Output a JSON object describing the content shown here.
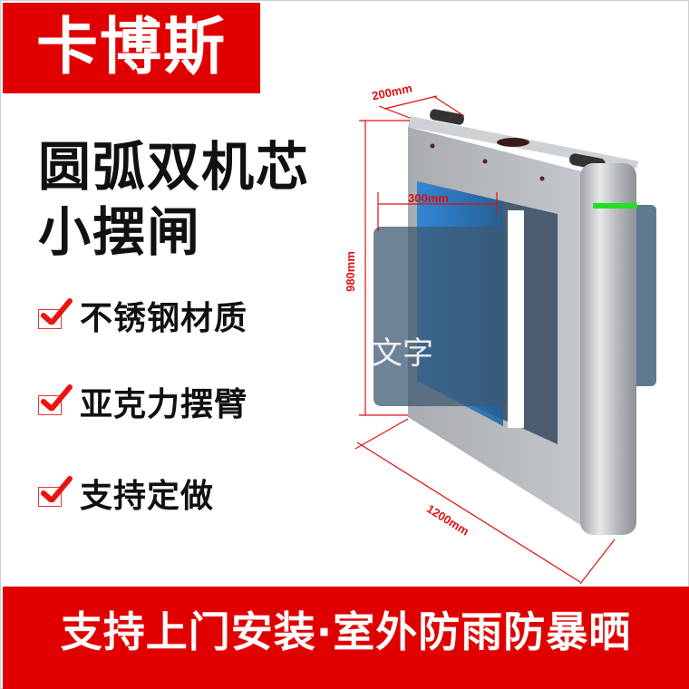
{
  "brand": "卡博斯",
  "headline": [
    "圆弧双机芯",
    "小摆闸"
  ],
  "features": [
    "不锈钢材质",
    "亚克力摆臂",
    "支持定做"
  ],
  "dimensions": {
    "depth": "200mm",
    "height": "980mm",
    "arm": "300mm",
    "length": "1200mm"
  },
  "watermark": "文字",
  "bottom_banner": "支持上门安装·室外防雨防暴晒",
  "colors": {
    "red": "#e00000",
    "steel": "#b5b8bc",
    "glass": "#4a9be0",
    "indicator": "#22e022"
  }
}
